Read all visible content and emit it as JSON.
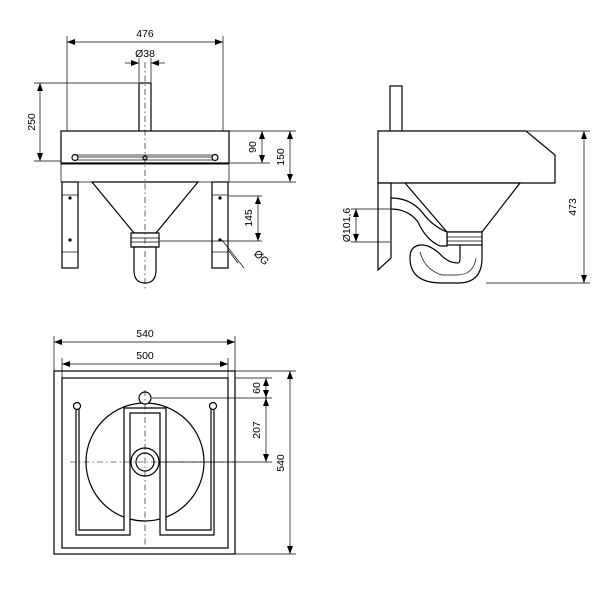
{
  "front_view": {
    "width_label": "476",
    "pipe_dia_label": "Ø38",
    "pipe_height_label": "250",
    "bowl_height_label": "90",
    "overall_height_label": "150",
    "outlet_height_label": "145",
    "outlet_thread_label": "ØG"
  },
  "side_view": {
    "trap_dia_label": "Ø101,6",
    "height_label": "473"
  },
  "top_view": {
    "outer_width_label": "540",
    "inner_width_label": "500",
    "pipe_offset_label": "60",
    "center_offset_label": "207",
    "depth_label": "540"
  }
}
